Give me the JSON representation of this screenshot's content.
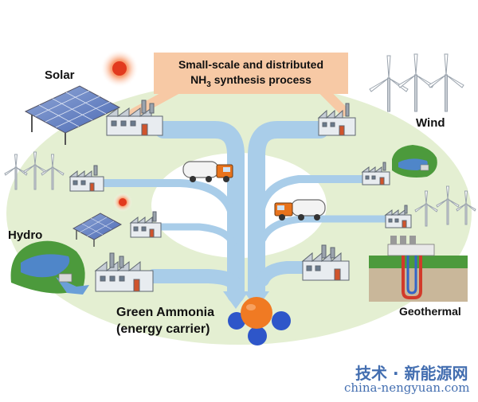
{
  "title": {
    "line1": "Small-scale and distributed",
    "line2_prefix": "NH",
    "line2_sub": "3",
    "line2_suffix": " synthesis process"
  },
  "sources": {
    "solar": "Solar",
    "wind": "Wind",
    "hydro": "Hydro",
    "geothermal": "Geothermal"
  },
  "product": {
    "line1": "Green Ammonia",
    "line2": "(energy carrier)"
  },
  "watermark": {
    "chinese": "技术 · 新能源网",
    "url": "china-nengyuan.com"
  },
  "colors": {
    "background_ellipse": "#e4efd2",
    "flow_arrow": "#a9cde9",
    "title_box": "#f7c9a5",
    "nitrogen_atom": "#2e56c9",
    "hydrogen_atom": "#f07a23",
    "sun": "#e23a1e",
    "truck_cab": "#e8731c"
  }
}
